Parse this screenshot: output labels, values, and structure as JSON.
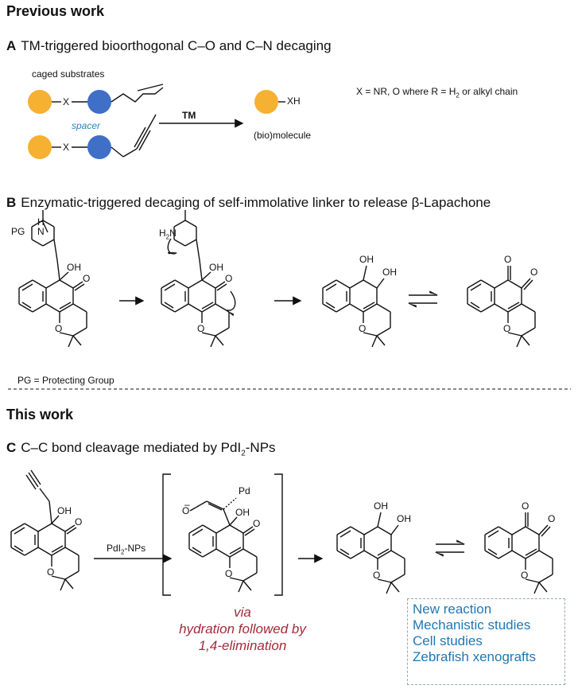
{
  "headers": {
    "previous": "Previous work",
    "this": "This work"
  },
  "section_a": {
    "letter": "A",
    "title": "TM-triggered bioorthogonal C–O and C–N decaging",
    "caged_label": "caged substrates",
    "x_label_1": "X",
    "x_label_2": "X",
    "spacer": "spacer",
    "arrow_label": "TM",
    "product_label": "XH",
    "biomolecule": "(bio)molecule",
    "definition": "X = NR, O where R = H",
    "definition_sub": "2",
    "definition_end": " or alkyl chain",
    "colors": {
      "orange": "#f6b133",
      "blue": "#3f6fc6"
    }
  },
  "section_b": {
    "letter": "B",
    "title": "Enzymatic-triggered decaging of self-immolative linker to release β-Lapachone",
    "pg": "PG",
    "n": "N",
    "h": "H",
    "h2n": "H",
    "h2n_sub": "2",
    "h2n_n": "N",
    "oh": "OH",
    "o": "O",
    "footnote": "PG = Protecting Group"
  },
  "section_c": {
    "letter": "C",
    "title": "C–C bond cleavage mediated by PdI",
    "title_sub": "2",
    "title_end": "-NPs",
    "reagent": "PdI",
    "reagent_sub": "2",
    "reagent_end": "-NPs",
    "pd": "Pd",
    "minus": "–",
    "oh": "OH",
    "o": "O",
    "via_1": "via",
    "via_2": "hydration followed by",
    "via_3": "1,4-elimination",
    "highlights": [
      "New reaction",
      "Mechanistic studies",
      "Cell studies",
      "Zebrafish xenografts"
    ]
  }
}
